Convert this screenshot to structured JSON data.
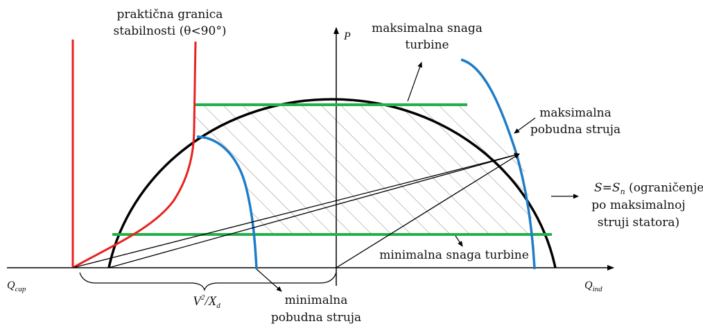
{
  "axes": {
    "p_label": "P",
    "q_cap_label": "Q",
    "q_cap_sub": "cap",
    "q_ind_label": "Q",
    "q_ind_sub": "ind"
  },
  "labels": {
    "stability_line1": "praktična granica",
    "stability_line2": "stabilnosti (θ<90°)",
    "max_turbine_line1": "maksimalna snaga",
    "max_turbine_line2": "turbine",
    "max_excitation_line1": "maksimalna",
    "max_excitation_line2": "pobudna struja",
    "stator_s": "S",
    "stator_eq": "=",
    "stator_sn": "S",
    "stator_sn_sub": "n",
    "stator_rest1": " (ograničenje",
    "stator_line2": "po maksimalnoj",
    "stator_line3": "struji statora)",
    "min_turbine": "minimalna snaga turbine",
    "min_excitation_line1": "minimalna",
    "min_excitation_line2": "pobudna struja",
    "v2xd_v": "V",
    "v2xd_sup": "2",
    "v2xd_slash": "/X",
    "v2xd_sub": "d"
  },
  "colors": {
    "axis": "#000000",
    "circle": "#000000",
    "stability_limit": "#e82020",
    "excitation_limit": "#1e7cc8",
    "turbine_limit": "#22b04a",
    "hatch": "#8a8a8a"
  }
}
